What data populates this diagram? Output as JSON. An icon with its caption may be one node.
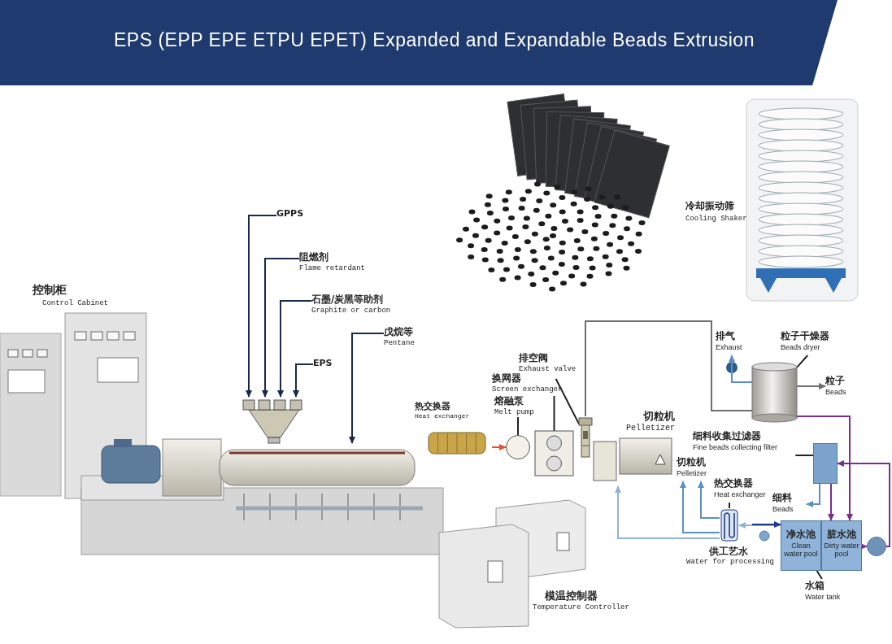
{
  "diagram": {
    "title": "EPS (EPP EPE ETPU EPET) Expanded and Expandable Beads Extrusion",
    "nodes": [
      {
        "text": [
          "GPPS"
        ]
      },
      {
        "text": [
          "阻燃剂",
          "Flame retardant"
        ]
      },
      {
        "text": [
          "石墨/炭黑等助剂",
          "Graphite or carbon"
        ]
      },
      {
        "text": [
          "EPS"
        ]
      },
      {
        "text": [
          "戊烷等",
          "Pentane"
        ]
      },
      {
        "text": [],
        "shape": "picture"
      },
      {
        "text": [],
        "shape": "picture"
      },
      {
        "text": [
          "热交换器",
          "Heat exchanger"
        ]
      },
      {
        "text": [
          "排空阀",
          "Exhaust valve"
        ]
      },
      {
        "text": [
          "换网器",
          "Screen exchanger"
        ]
      },
      {
        "text": [
          "熔融泵",
          "Melt pump"
        ]
      },
      {
        "text": [],
        "shape": "picture"
      },
      {
        "text": [],
        "shape": "picture"
      },
      {
        "text": [],
        "shape": "circle"
      },
      {
        "text": [
          "切粒机",
          "Pelletizer"
        ]
      },
      {
        "text": [
          "排气",
          "Exhaust"
        ]
      },
      {
        "text": [
          "粒子干燥器",
          "Beads dryer"
        ]
      },
      {
        "text": [],
        "shape": "cylinder"
      },
      {
        "text": [
          "粒子",
          "Beads"
        ]
      },
      {
        "text": [
          "切粒机",
          "Pelletizer"
        ]
      },
      {
        "text": [
          "细料收集过滤器",
          "Fine beads collecting filter"
        ]
      },
      {
        "text": [],
        "shape": "box"
      },
      {
        "text": [
          "细料",
          "Beads"
        ]
      },
      {
        "text": [
          "热交换器",
          "Heat exchanger"
        ]
      },
      {
        "text": [],
        "shape": "picture"
      },
      {
        "text": [
          "净水池",
          "Clean water pool"
        ]
      },
      {
        "text": [
          "脏水池",
          "Dirty water pool"
        ]
      },
      {
        "text": [
          "水箱",
          "Water tank"
        ]
      },
      {
        "text": [],
        "shape": "circle"
      }
    ],
    "edges": [
      {
        "from": 0,
        "to": 5,
        "arrow": "to",
        "color": "#1b2a4a"
      },
      {
        "from": 1,
        "to": 5,
        "arrow": "to",
        "color": "#1b2a4a"
      },
      {
        "from": 2,
        "to": 5,
        "arrow": "to",
        "color": "#1b2a4a"
      },
      {
        "from": 3,
        "to": 5,
        "arrow": "to",
        "color": "#1b2a4a"
      },
      {
        "from": 4,
        "to": 6,
        "arrow": "to",
        "color": "#1b2a4a"
      },
      {
        "from": 7,
        "to": 13,
        "arrow": "to",
        "color": "#e94e3a"
      },
      {
        "from": 8,
        "to": 11,
        "arrow": "none"
      },
      {
        "from": 9,
        "to": 12,
        "arrow": "none"
      },
      {
        "from": 10,
        "to": 13,
        "arrow": "none"
      },
      {
        "from": 11,
        "to": 17,
        "arrow": "none",
        "color": "#6d6e71"
      },
      {
        "from": 17,
        "to": 18,
        "arrow": "to",
        "color": "#6d6e71"
      },
      {
        "from": 17,
        "to": 15,
        "arrow": "to",
        "color": "#5b8fc4"
      },
      {
        "from": 16,
        "to": 17,
        "arrow": "none"
      },
      {
        "from": 24,
        "to": 19,
        "arrow": "to",
        "color": "#5b8fc4"
      },
      {
        "from": 24,
        "to": 19,
        "arrow": "to",
        "color": "#5b8fc4"
      },
      {
        "from": 20,
        "to": 21,
        "arrow": "none"
      },
      {
        "from": 21,
        "to": 22,
        "arrow": "to",
        "color": "#5b8fc4"
      },
      {
        "from": 23,
        "to": 24,
        "arrow": "none"
      },
      {
        "from": 27,
        "to": 25,
        "arrow": "none"
      },
      {
        "from": 25,
        "to": 24,
        "arrow": "to",
        "color": "#8fb3d9"
      },
      {
        "from": 24,
        "to": 14,
        "arrow": "to",
        "color": "#8fb3d9"
      },
      {
        "from": 17,
        "to": 26,
        "arrow": "to",
        "color": "#7b2d8e"
      },
      {
        "from": 21,
        "to": 26,
        "arrow": "to",
        "color": "#7b2d8e"
      },
      {
        "from": 26,
        "to": 28,
        "arrow": "to",
        "color": "#7b2d8e"
      },
      {
        "from": 28,
        "to": 21,
        "arrow": "to",
        "color": "#7b2d8e"
      },
      {
        "from": null,
        "to": 25,
        "arrow": "to",
        "color": "#1f3a8a"
      }
    ],
    "labels": [
      "控制柜",
      "Control Cabinet",
      "冷却振动筛",
      "Cooling Shaker",
      "供工艺水",
      "Water for processing",
      "模温控制器",
      "Temperature Controller"
    ]
  }
}
